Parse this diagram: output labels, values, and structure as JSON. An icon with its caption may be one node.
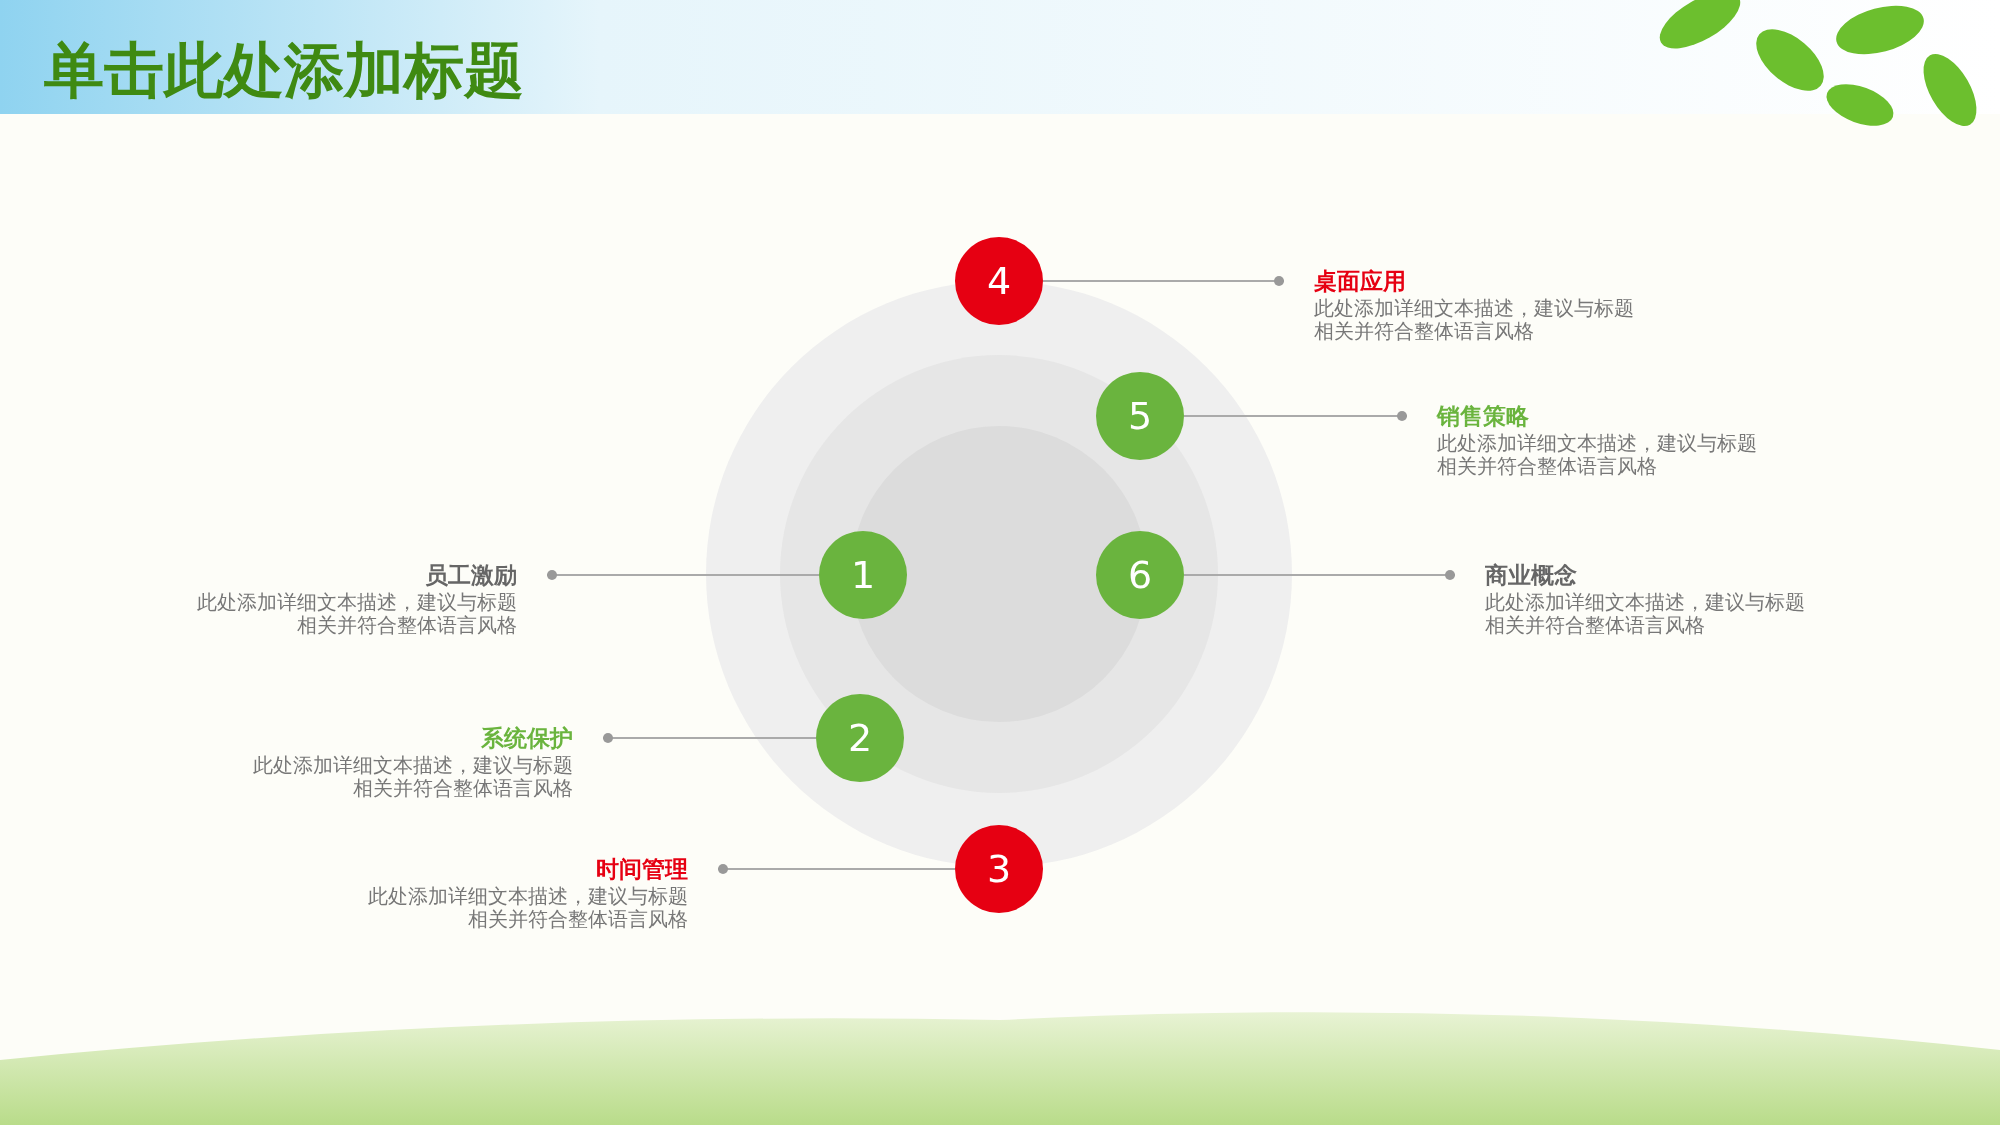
{
  "diagram": {
    "title": "单击此处添加标题",
    "nodes": [
      {
        "text": [
          "1"
        ]
      },
      {
        "text": [
          "2"
        ]
      },
      {
        "text": [
          "3"
        ]
      },
      {
        "text": [
          "4"
        ]
      },
      {
        "text": [
          "5"
        ]
      },
      {
        "text": [
          "6"
        ]
      },
      {
        "text": [
          "员工激励",
          "此处添加详细文本描述，建议与标题相关并符合整体语言风格"
        ]
      },
      {
        "text": [
          "系统保护",
          "此处添加详细文本描述，建议与标题相关并符合整体语言风格"
        ]
      },
      {
        "text": [
          "时间管理",
          "此处添加详细文本描述，建议与标题相关并符合整体语言风格"
        ]
      },
      {
        "text": [
          "桌面应用",
          "此处添加详细文本描述，建议与标题相关并符合整体语言风格"
        ]
      },
      {
        "text": [
          "销售策略",
          "此处添加详细文本描述，建议与标题相关并符合整体语言风格"
        ]
      },
      {
        "text": [
          "商业概念",
          "此处添加详细文本描述，建议与标题相关并符合整体语言风格"
        ]
      }
    ],
    "edges": [
      {
        "from": 0,
        "to": 6,
        "arrow": "other"
      },
      {
        "from": 1,
        "to": 7,
        "arrow": "other"
      },
      {
        "from": 2,
        "to": 8,
        "arrow": "other"
      },
      {
        "from": 3,
        "to": 9,
        "arrow": "other"
      },
      {
        "from": 4,
        "to": 10,
        "arrow": "other"
      },
      {
        "from": 5,
        "to": 11,
        "arrow": "other"
      }
    ]
  }
}
